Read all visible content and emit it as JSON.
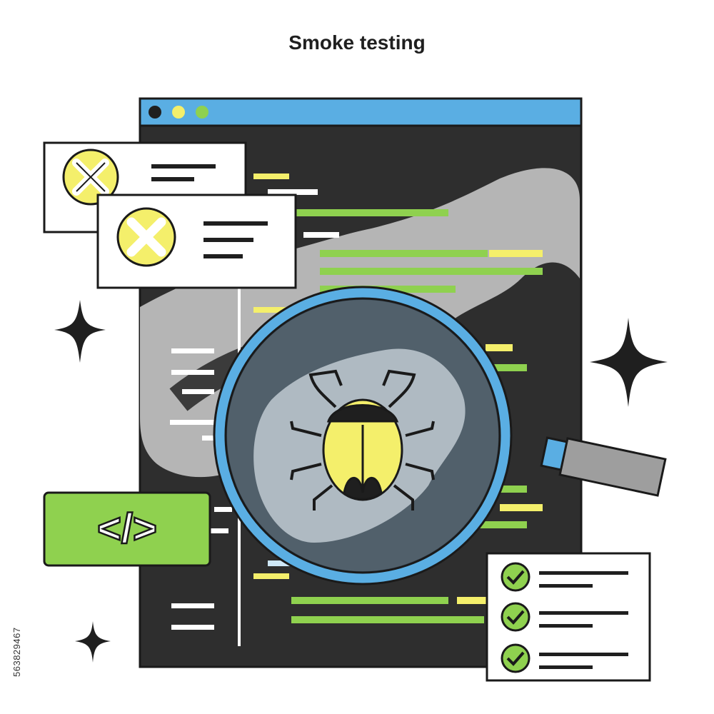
{
  "page": {
    "title": "Smoke testing",
    "stock_id": "563829467"
  },
  "window": {
    "buttons": [
      "close",
      "minimize",
      "maximize"
    ]
  },
  "error_cards": [
    {
      "icon": "x-icon",
      "status": "failed"
    },
    {
      "icon": "x-icon",
      "status": "failed"
    }
  ],
  "code_badge": {
    "label": "</>"
  },
  "checklist": [
    {
      "icon": "check-icon",
      "status": "passed"
    },
    {
      "icon": "check-icon",
      "status": "passed"
    },
    {
      "icon": "check-icon",
      "status": "passed"
    }
  ],
  "colors": {
    "accent_blue": "#5aaee3",
    "code_green": "#8fd14f",
    "bug_yellow": "#f4ef6b",
    "editor_dark": "#2e2e2e",
    "smoke_gray": "#bdbdbd"
  }
}
